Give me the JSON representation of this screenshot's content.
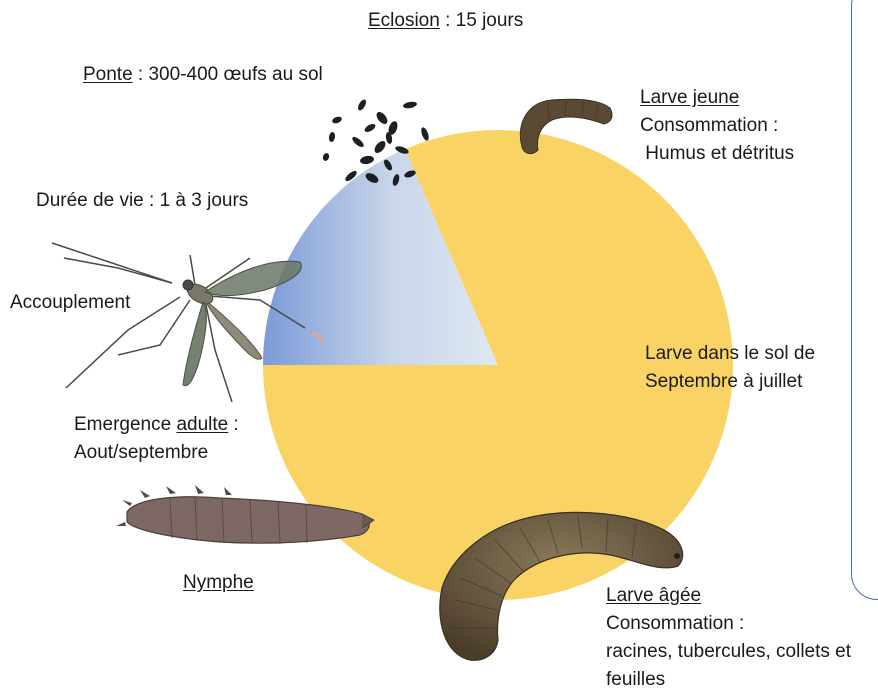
{
  "stages": {
    "eclosion": {
      "term": "Eclosion",
      "text": " : 15 jours"
    },
    "ponte": {
      "term": "Ponte",
      "text": " : 300-400 œufs au sol"
    },
    "larve_jeune": {
      "term": "Larve jeune",
      "line2": "Consommation :",
      "line3": " Humus et détritus"
    },
    "duree_vie": {
      "text": "Durée de vie : 1 à 3 jours"
    },
    "accouplement": {
      "text": "Accouplement"
    },
    "larve_sol": {
      "line1": "Larve dans le sol de",
      "line2": "Septembre à juillet"
    },
    "emergence": {
      "prefix": "Emergence ",
      "term": "adulte",
      "suffix": " :",
      "line2": "Aout/septembre"
    },
    "nymphe": {
      "term": "Nymphe"
    },
    "larve_agee": {
      "term": "Larve âgée",
      "line2": "Consommation :",
      "line3": "racines, tubercules, collets et",
      "line4": "feuilles"
    }
  },
  "colors": {
    "larval_sector": "#f9d464",
    "adult_sector_start": "#7b9ad8",
    "adult_sector_end": "#dfe8f3",
    "box_border": "#4a6bb0"
  },
  "icons": [
    "eggs-illustration",
    "young-larva-illustration",
    "crane-fly-illustration",
    "pupa-illustration",
    "old-larva-illustration"
  ]
}
